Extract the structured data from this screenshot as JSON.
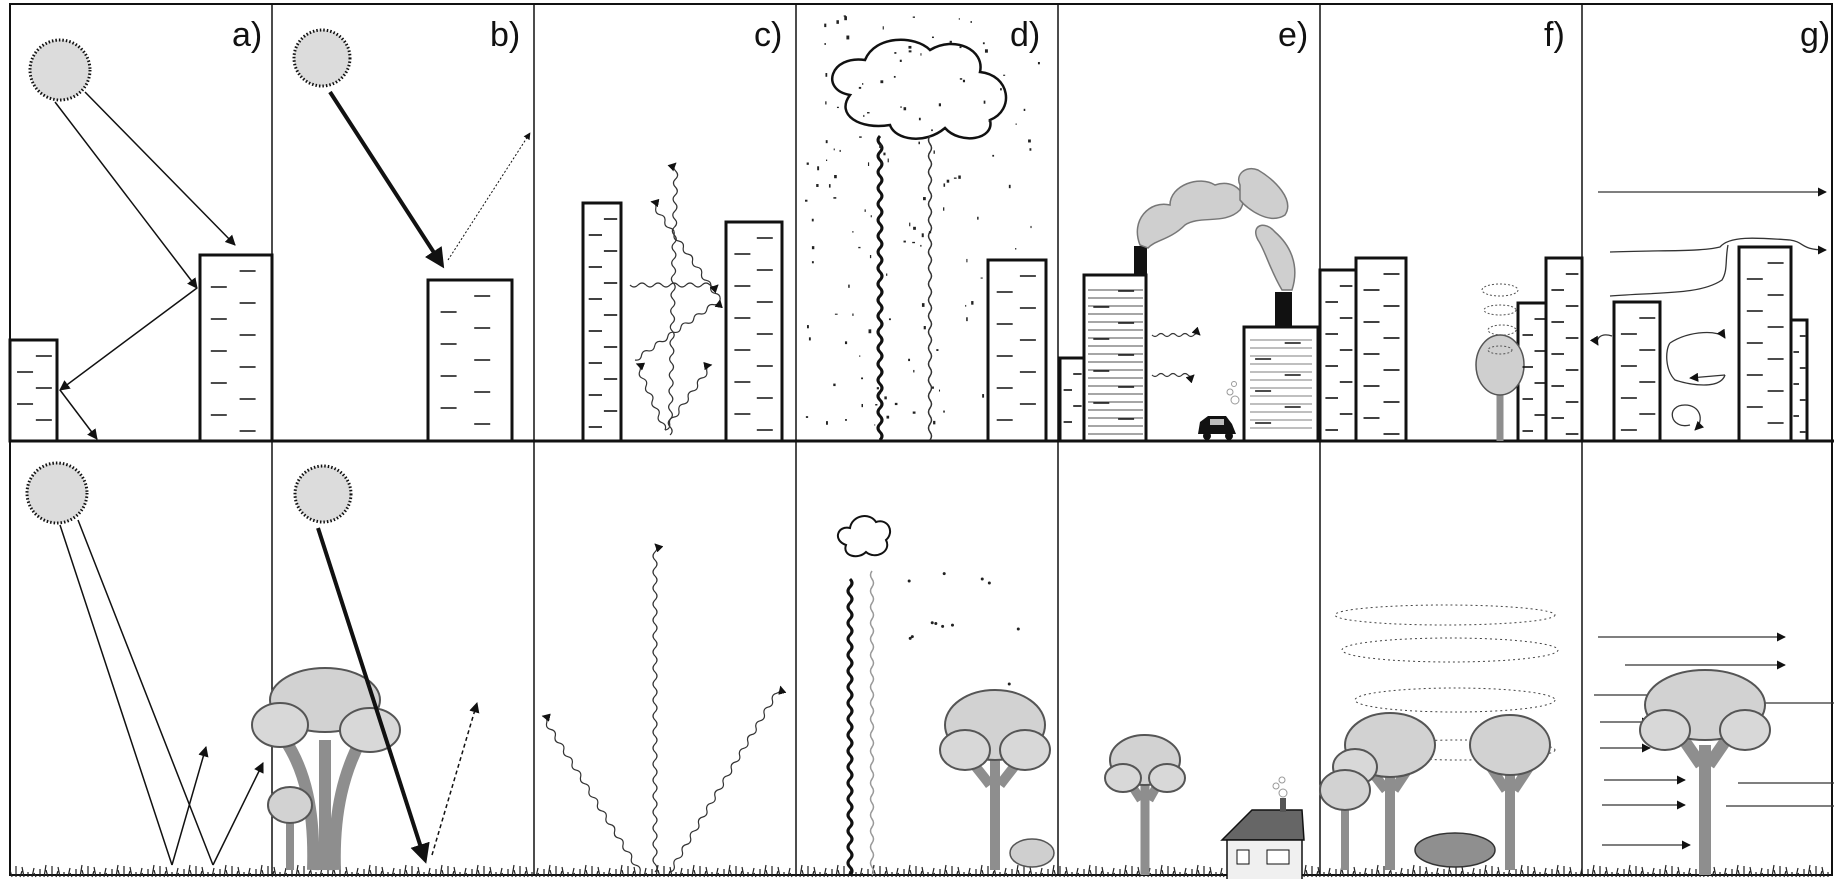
{
  "panels": [
    {
      "id": "a",
      "label": "a)"
    },
    {
      "id": "b",
      "label": "b)"
    },
    {
      "id": "c",
      "label": "c)"
    },
    {
      "id": "d",
      "label": "d)"
    },
    {
      "id": "e",
      "label": "e)"
    },
    {
      "id": "f",
      "label": "f)"
    },
    {
      "id": "g",
      "label": "g)"
    }
  ],
  "colors": {
    "ink": "#111111",
    "sun_fill": "#dcdcdc",
    "smoke": "#cfcfcf",
    "tree_crown": "#d2d2d2",
    "tree_trunk": "#9a9a9a",
    "pond": "#8f8f8f"
  }
}
